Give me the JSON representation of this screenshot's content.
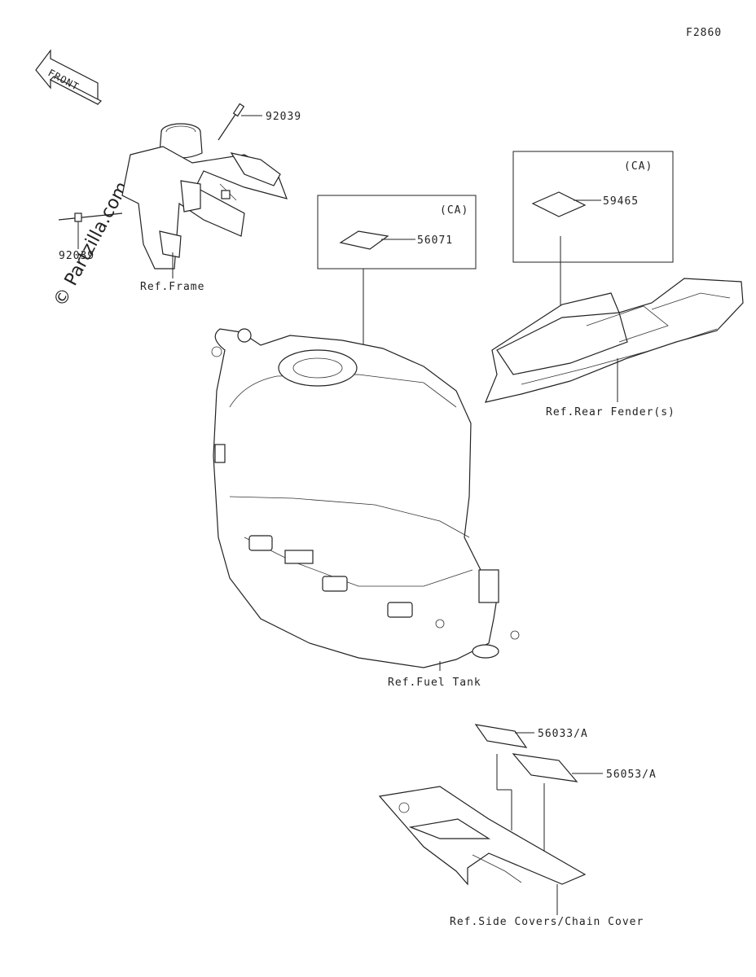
{
  "figure_code": "F2860",
  "front_label": "FRONT",
  "watermark": "© Partzilla.com",
  "labels": {
    "bolt_top": "92039",
    "bolt_left": "92039",
    "ref_frame": "Ref.Frame",
    "ca_1": "(CA)",
    "label_56071": "56071",
    "ca_2": "(CA)",
    "label_59465": "59465",
    "ref_rear_fender": "Ref.Rear Fender(s)",
    "ref_fuel_tank": "Ref.Fuel Tank",
    "label_56033": "56033/A",
    "label_56053": "56053/A",
    "ref_side_covers": "Ref.Side Covers/Chain Cover"
  }
}
